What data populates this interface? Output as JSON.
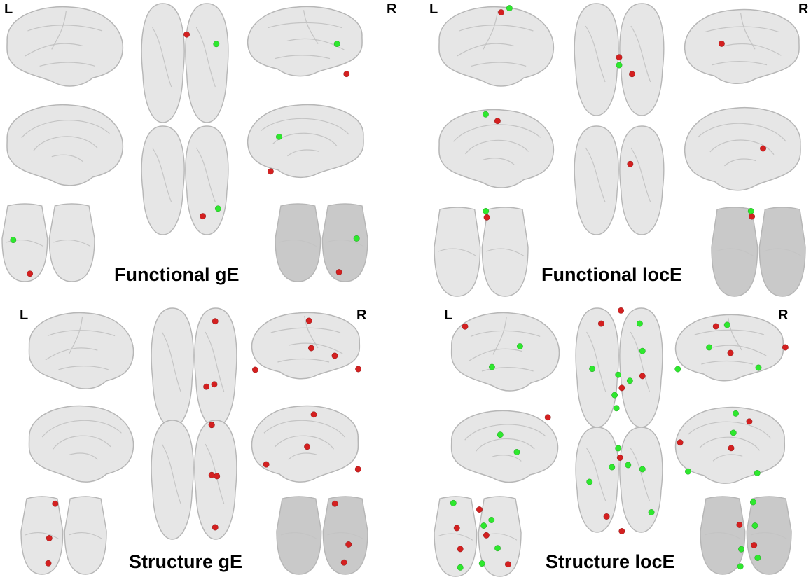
{
  "colors": {
    "node_red": "#d42020",
    "node_green": "#2ee82e",
    "brain_fill": "#e6e6e6",
    "brain_stroke": "#b6b6b6",
    "sulcus": "#c4c4c4"
  },
  "labels": {
    "left": "L",
    "right": "R"
  },
  "panels": [
    {
      "title": "Functional gE",
      "nodes": [
        {
          "view": "dorsal",
          "color": "red",
          "u": 0.52,
          "v": 0.26
        },
        {
          "view": "dorsal",
          "color": "green",
          "u": 0.85,
          "v": 0.34
        },
        {
          "view": "right_lateral",
          "color": "green",
          "u": 0.76,
          "v": 0.52
        },
        {
          "view": "right_lateral",
          "color": "red",
          "u": 0.84,
          "v": 0.93
        },
        {
          "view": "right_medial",
          "color": "green",
          "u": 0.27,
          "v": 0.43
        },
        {
          "view": "right_medial",
          "color": "red",
          "u": 0.2,
          "v": 0.88
        },
        {
          "view": "ventral",
          "color": "red",
          "u": 0.7,
          "v": 0.83
        },
        {
          "view": "ventral",
          "color": "green",
          "u": 0.87,
          "v": 0.76
        },
        {
          "view": "anterior",
          "color": "green",
          "u": 0.12,
          "v": 0.47
        },
        {
          "view": "anterior",
          "color": "red",
          "u": 0.3,
          "v": 0.9
        },
        {
          "view": "posterior",
          "color": "green",
          "u": 0.88,
          "v": 0.45
        },
        {
          "view": "posterior",
          "color": "red",
          "u": 0.69,
          "v": 0.88
        }
      ]
    },
    {
      "title": "Functional locE",
      "nodes": [
        {
          "view": "left_lateral",
          "color": "red",
          "u": 0.55,
          "v": 0.08
        },
        {
          "view": "left_lateral",
          "color": "green",
          "u": 0.62,
          "v": 0.03
        },
        {
          "view": "dorsal",
          "color": "red",
          "u": 0.5,
          "v": 0.48
        },
        {
          "view": "dorsal",
          "color": "green",
          "u": 0.5,
          "v": 0.55
        },
        {
          "view": "dorsal",
          "color": "red",
          "u": 0.64,
          "v": 0.63
        },
        {
          "view": "right_lateral",
          "color": "red",
          "u": 0.32,
          "v": 0.45
        },
        {
          "view": "left_medial",
          "color": "green",
          "u": 0.42,
          "v": 0.07
        },
        {
          "view": "left_medial",
          "color": "red",
          "u": 0.52,
          "v": 0.15
        },
        {
          "view": "right_medial",
          "color": "red",
          "u": 0.66,
          "v": 0.48
        },
        {
          "view": "ventral",
          "color": "red",
          "u": 0.62,
          "v": 0.35
        },
        {
          "view": "anterior",
          "color": "green",
          "u": 0.55,
          "v": 0.05
        },
        {
          "view": "anterior",
          "color": "red",
          "u": 0.56,
          "v": 0.12
        },
        {
          "view": "posterior",
          "color": "green",
          "u": 0.42,
          "v": 0.05
        },
        {
          "view": "posterior",
          "color": "red",
          "u": 0.43,
          "v": 0.11
        }
      ]
    },
    {
      "title": "Structure gE",
      "nodes": [
        {
          "view": "dorsal",
          "color": "red",
          "u": 0.74,
          "v": 0.11
        },
        {
          "view": "dorsal",
          "color": "red",
          "u": 0.64,
          "v": 0.66
        },
        {
          "view": "dorsal",
          "color": "red",
          "u": 0.73,
          "v": 0.64
        },
        {
          "view": "dorsal",
          "color": "red",
          "u": 0.7,
          "v": 0.98
        },
        {
          "view": "right_lateral",
          "color": "red",
          "u": 0.52,
          "v": 0.13
        },
        {
          "view": "right_lateral",
          "color": "red",
          "u": 0.54,
          "v": 0.52
        },
        {
          "view": "right_lateral",
          "color": "red",
          "u": 0.75,
          "v": 0.63
        },
        {
          "view": "right_lateral",
          "color": "red",
          "u": 0.04,
          "v": 0.83
        },
        {
          "view": "right_lateral",
          "color": "red",
          "u": 0.96,
          "v": 0.82
        },
        {
          "view": "ventral",
          "color": "red",
          "u": 0.7,
          "v": 0.04
        },
        {
          "view": "ventral",
          "color": "red",
          "u": 0.7,
          "v": 0.46
        },
        {
          "view": "ventral",
          "color": "red",
          "u": 0.76,
          "v": 0.47
        },
        {
          "view": "ventral",
          "color": "red",
          "u": 0.74,
          "v": 0.9
        },
        {
          "view": "right_medial",
          "color": "red",
          "u": 0.57,
          "v": 0.12
        },
        {
          "view": "right_medial",
          "color": "red",
          "u": 0.51,
          "v": 0.52
        },
        {
          "view": "right_medial",
          "color": "red",
          "u": 0.14,
          "v": 0.74
        },
        {
          "view": "right_medial",
          "color": "red",
          "u": 0.97,
          "v": 0.8
        },
        {
          "view": "anterior",
          "color": "red",
          "u": 0.4,
          "v": 0.1
        },
        {
          "view": "anterior",
          "color": "red",
          "u": 0.33,
          "v": 0.54
        },
        {
          "view": "anterior",
          "color": "red",
          "u": 0.32,
          "v": 0.86
        },
        {
          "view": "posterior",
          "color": "red",
          "u": 0.64,
          "v": 0.1
        },
        {
          "view": "posterior",
          "color": "red",
          "u": 0.79,
          "v": 0.62
        },
        {
          "view": "posterior",
          "color": "red",
          "u": 0.74,
          "v": 0.85
        }
      ]
    },
    {
      "title": "Structure locE",
      "nodes": [
        {
          "view": "left_lateral",
          "color": "red",
          "u": 0.15,
          "v": 0.18
        },
        {
          "view": "left_lateral",
          "color": "green",
          "u": 0.64,
          "v": 0.42
        },
        {
          "view": "left_lateral",
          "color": "green",
          "u": 0.39,
          "v": 0.67
        },
        {
          "view": "left_medial",
          "color": "red",
          "u": 0.9,
          "v": 0.1
        },
        {
          "view": "left_medial",
          "color": "green",
          "u": 0.47,
          "v": 0.33
        },
        {
          "view": "left_medial",
          "color": "green",
          "u": 0.62,
          "v": 0.56
        },
        {
          "view": "dorsal",
          "color": "red",
          "u": 0.52,
          "v": 0.02
        },
        {
          "view": "dorsal",
          "color": "red",
          "u": 0.3,
          "v": 0.13
        },
        {
          "view": "dorsal",
          "color": "green",
          "u": 0.73,
          "v": 0.13
        },
        {
          "view": "dorsal",
          "color": "green",
          "u": 0.76,
          "v": 0.36
        },
        {
          "view": "dorsal",
          "color": "green",
          "u": 0.2,
          "v": 0.51
        },
        {
          "view": "dorsal",
          "color": "green",
          "u": 0.49,
          "v": 0.56
        },
        {
          "view": "dorsal",
          "color": "green",
          "u": 0.62,
          "v": 0.61
        },
        {
          "view": "dorsal",
          "color": "red",
          "u": 0.76,
          "v": 0.57
        },
        {
          "view": "dorsal",
          "color": "red",
          "u": 0.53,
          "v": 0.67
        },
        {
          "view": "dorsal",
          "color": "green",
          "u": 0.45,
          "v": 0.73
        },
        {
          "view": "dorsal",
          "color": "green",
          "u": 0.47,
          "v": 0.84
        },
        {
          "view": "right_lateral",
          "color": "red",
          "u": 0.37,
          "v": 0.18
        },
        {
          "view": "right_lateral",
          "color": "green",
          "u": 0.47,
          "v": 0.16
        },
        {
          "view": "right_lateral",
          "color": "green",
          "u": 0.31,
          "v": 0.48
        },
        {
          "view": "right_lateral",
          "color": "red",
          "u": 0.5,
          "v": 0.56
        },
        {
          "view": "right_lateral",
          "color": "green",
          "u": 0.03,
          "v": 0.79
        },
        {
          "view": "right_lateral",
          "color": "green",
          "u": 0.75,
          "v": 0.77
        },
        {
          "view": "right_lateral",
          "color": "red",
          "u": 0.99,
          "v": 0.48
        },
        {
          "view": "ventral",
          "color": "green",
          "u": 0.49,
          "v": 0.2
        },
        {
          "view": "ventral",
          "color": "red",
          "u": 0.51,
          "v": 0.29
        },
        {
          "view": "ventral",
          "color": "green",
          "u": 0.42,
          "v": 0.38
        },
        {
          "view": "ventral",
          "color": "green",
          "u": 0.6,
          "v": 0.36
        },
        {
          "view": "ventral",
          "color": "green",
          "u": 0.76,
          "v": 0.4
        },
        {
          "view": "ventral",
          "color": "green",
          "u": 0.17,
          "v": 0.52
        },
        {
          "view": "ventral",
          "color": "green",
          "u": 0.86,
          "v": 0.81
        },
        {
          "view": "ventral",
          "color": "red",
          "u": 0.36,
          "v": 0.85
        },
        {
          "view": "ventral",
          "color": "red",
          "u": 0.53,
          "v": 0.99
        },
        {
          "view": "right_medial",
          "color": "green",
          "u": 0.54,
          "v": 0.09
        },
        {
          "view": "right_medial",
          "color": "red",
          "u": 0.66,
          "v": 0.19
        },
        {
          "view": "right_medial",
          "color": "green",
          "u": 0.52,
          "v": 0.33
        },
        {
          "view": "right_medial",
          "color": "red",
          "u": 0.05,
          "v": 0.45
        },
        {
          "view": "right_medial",
          "color": "red",
          "u": 0.5,
          "v": 0.52
        },
        {
          "view": "right_medial",
          "color": "green",
          "u": 0.12,
          "v": 0.81
        },
        {
          "view": "right_medial",
          "color": "green",
          "u": 0.73,
          "v": 0.83
        },
        {
          "view": "anterior",
          "color": "green",
          "u": 0.22,
          "v": 0.09
        },
        {
          "view": "anterior",
          "color": "red",
          "u": 0.52,
          "v": 0.17
        },
        {
          "view": "anterior",
          "color": "green",
          "u": 0.66,
          "v": 0.3
        },
        {
          "view": "anterior",
          "color": "green",
          "u": 0.57,
          "v": 0.37
        },
        {
          "view": "anterior",
          "color": "red",
          "u": 0.26,
          "v": 0.4
        },
        {
          "view": "anterior",
          "color": "red",
          "u": 0.6,
          "v": 0.49
        },
        {
          "view": "anterior",
          "color": "red",
          "u": 0.3,
          "v": 0.66
        },
        {
          "view": "anterior",
          "color": "green",
          "u": 0.73,
          "v": 0.65
        },
        {
          "view": "anterior",
          "color": "green",
          "u": 0.3,
          "v": 0.89
        },
        {
          "view": "anterior",
          "color": "green",
          "u": 0.55,
          "v": 0.84
        },
        {
          "view": "anterior",
          "color": "red",
          "u": 0.85,
          "v": 0.85
        },
        {
          "view": "posterior",
          "color": "green",
          "u": 0.58,
          "v": 0.08
        },
        {
          "view": "posterior",
          "color": "red",
          "u": 0.43,
          "v": 0.37
        },
        {
          "view": "posterior",
          "color": "green",
          "u": 0.6,
          "v": 0.38
        },
        {
          "view": "posterior",
          "color": "red",
          "u": 0.59,
          "v": 0.63
        },
        {
          "view": "posterior",
          "color": "green",
          "u": 0.45,
          "v": 0.68
        },
        {
          "view": "posterior",
          "color": "green",
          "u": 0.44,
          "v": 0.9
        },
        {
          "view": "posterior",
          "color": "green",
          "u": 0.63,
          "v": 0.79
        }
      ]
    }
  ]
}
